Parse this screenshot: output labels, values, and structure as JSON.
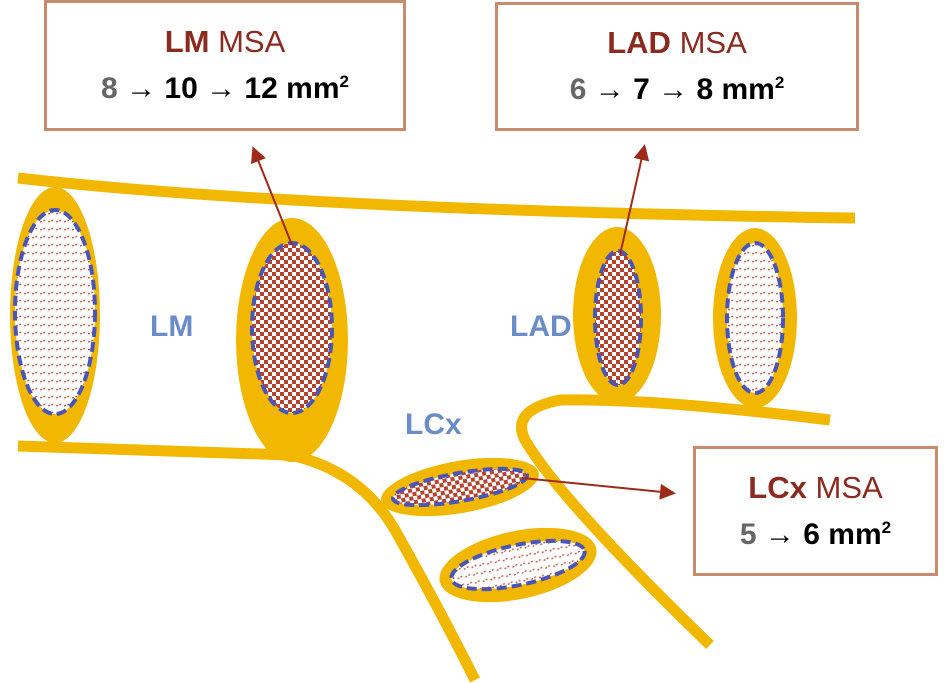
{
  "boxes": {
    "lm": {
      "name": "LM",
      "suffix": "MSA",
      "first": "8",
      "rest": "→ 10 → 12 mm",
      "sup": "2"
    },
    "lad": {
      "name": "LAD",
      "suffix": "MSA",
      "first": "6",
      "rest": "→ 7 → 8 mm",
      "sup": "2"
    },
    "lcx": {
      "name": "LCx",
      "suffix": "MSA",
      "first": "5",
      "rest": "→ 6 mm",
      "sup": "2"
    }
  },
  "labels": {
    "lm": "LM",
    "lad": "LAD",
    "lcx": "LCx"
  },
  "colors": {
    "vessel": "#F2B700",
    "border": "#C98A6E",
    "lumen_dash": "#4A55B8",
    "label": "#6A8CC8",
    "accent": "#8B2A1E"
  }
}
